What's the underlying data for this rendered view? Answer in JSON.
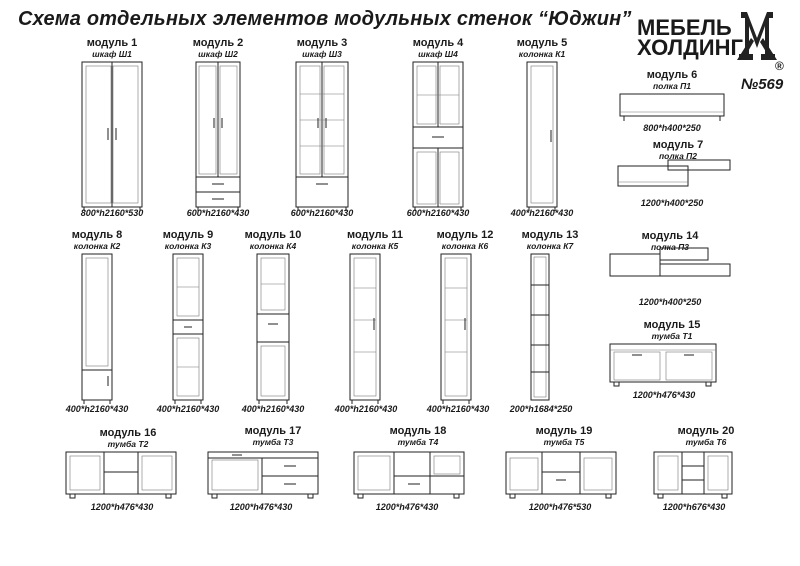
{
  "title": "Схема отдельных элементов модульных стенок “Юджин”",
  "logo": {
    "line1": "МЕБЕЛЬ",
    "line2": "ХОЛДИНГ",
    "number": "№569",
    "reg": "®"
  },
  "modules": [
    {
      "name": "модуль 1",
      "sub": "шкаф Ш1",
      "dims": "800*h2160*530"
    },
    {
      "name": "модуль 2",
      "sub": "шкаф Ш2",
      "dims": "600*h2160*430"
    },
    {
      "name": "модуль 3",
      "sub": "шкаф Ш3",
      "dims": "600*h2160*430"
    },
    {
      "name": "модуль 4",
      "sub": "шкаф Ш4",
      "dims": "600*h2160*430"
    },
    {
      "name": "модуль 5",
      "sub": "колонка К1",
      "dims": "400*h2160*430"
    },
    {
      "name": "модуль 6",
      "sub": "полка П1",
      "dims": "800*h400*250"
    },
    {
      "name": "модуль 7",
      "sub": "полка П2",
      "dims": "1200*h400*250"
    },
    {
      "name": "модуль 8",
      "sub": "колонка К2",
      "dims": "400*h2160*430"
    },
    {
      "name": "модуль 9",
      "sub": "колонка К3",
      "dims": "400*h2160*430"
    },
    {
      "name": "модуль 10",
      "sub": "колонка К4",
      "dims": "400*h2160*430"
    },
    {
      "name": "модуль 11",
      "sub": "колонка К5",
      "dims": "400*h2160*430"
    },
    {
      "name": "модуль 12",
      "sub": "колонка К6",
      "dims": "400*h2160*430"
    },
    {
      "name": "модуль 13",
      "sub": "колонка К7",
      "dims": "200*h1684*250"
    },
    {
      "name": "модуль 14",
      "sub": "полка П3",
      "dims": "1200*h400*250"
    },
    {
      "name": "модуль 15",
      "sub": "тумба Т1",
      "dims": "1200*h476*430"
    },
    {
      "name": "модуль 16",
      "sub": "тумба Т2",
      "dims": "1200*h476*430"
    },
    {
      "name": "модуль 17",
      "sub": "тумба Т3",
      "dims": "1200*h476*430"
    },
    {
      "name": "модуль 18",
      "sub": "тумба Т4",
      "dims": "1200*h476*430"
    },
    {
      "name": "модуль 19",
      "sub": "тумба Т5",
      "dims": "1200*h476*530"
    },
    {
      "name": "модуль 20",
      "sub": "тумба Т6",
      "dims": "1200*h676*430"
    }
  ]
}
